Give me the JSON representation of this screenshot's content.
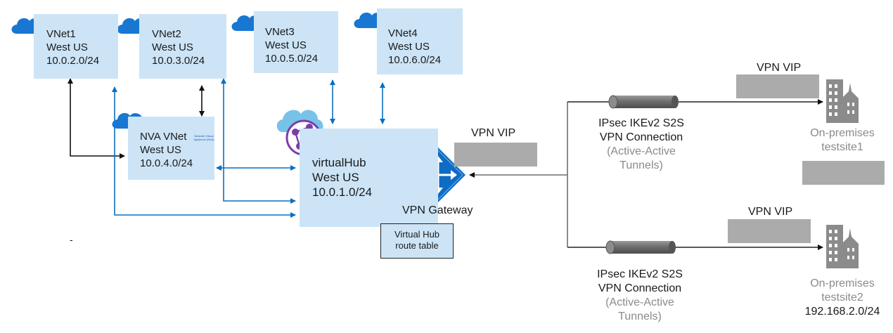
{
  "vnets": {
    "vnet1": {
      "name": "VNet1",
      "region": "West US",
      "cidr": "10.0.2.0/24"
    },
    "vnet2": {
      "name": "VNet2",
      "region": "West US",
      "cidr": "10.0.3.0/24"
    },
    "vnet3": {
      "name": "VNet3",
      "region": "West US",
      "cidr": "10.0.5.0/24"
    },
    "vnet4": {
      "name": "VNet4",
      "region": "West US",
      "cidr": "10.0.6.0/24"
    },
    "nva": {
      "name": "NVA VNet",
      "region": "West US",
      "cidr": "10.0.4.0/24",
      "appliance_caption": "Network Virtual Appliance (NVA)"
    }
  },
  "hub": {
    "name": "virtualHub",
    "region": "West US",
    "cidr": "10.0.1.0/24",
    "gateway_label": "VPN Gateway",
    "route_table_line1": "Virtual Hub",
    "route_table_line2": "route table",
    "vip_label": "VPN VIP"
  },
  "connections": {
    "top": {
      "line1": "IPsec IKEv2 S2S",
      "line2": "VPN Connection",
      "line3": "(Active-Active",
      "line4": "Tunnels)"
    },
    "bottom": {
      "line1": "IPsec IKEv2 S2S",
      "line2": "VPN Connection",
      "line3": "(Active-Active",
      "line4": "Tunnels)"
    }
  },
  "sites": {
    "site1": {
      "line1": "On-premises",
      "line2": "testsite1",
      "vip_label": "VPN VIP"
    },
    "site2": {
      "line1": "On-premises",
      "line2": "testsite2",
      "cidr": "192.168.2.0/24",
      "vip_label": "VPN VIP"
    }
  },
  "colors": {
    "box": "#cce4f6",
    "arrow_blue": "#0a6fbf",
    "arrow_black": "#111111",
    "cloud": "#1877d2",
    "grey_box": "#ababab"
  },
  "stray_mark": "-"
}
